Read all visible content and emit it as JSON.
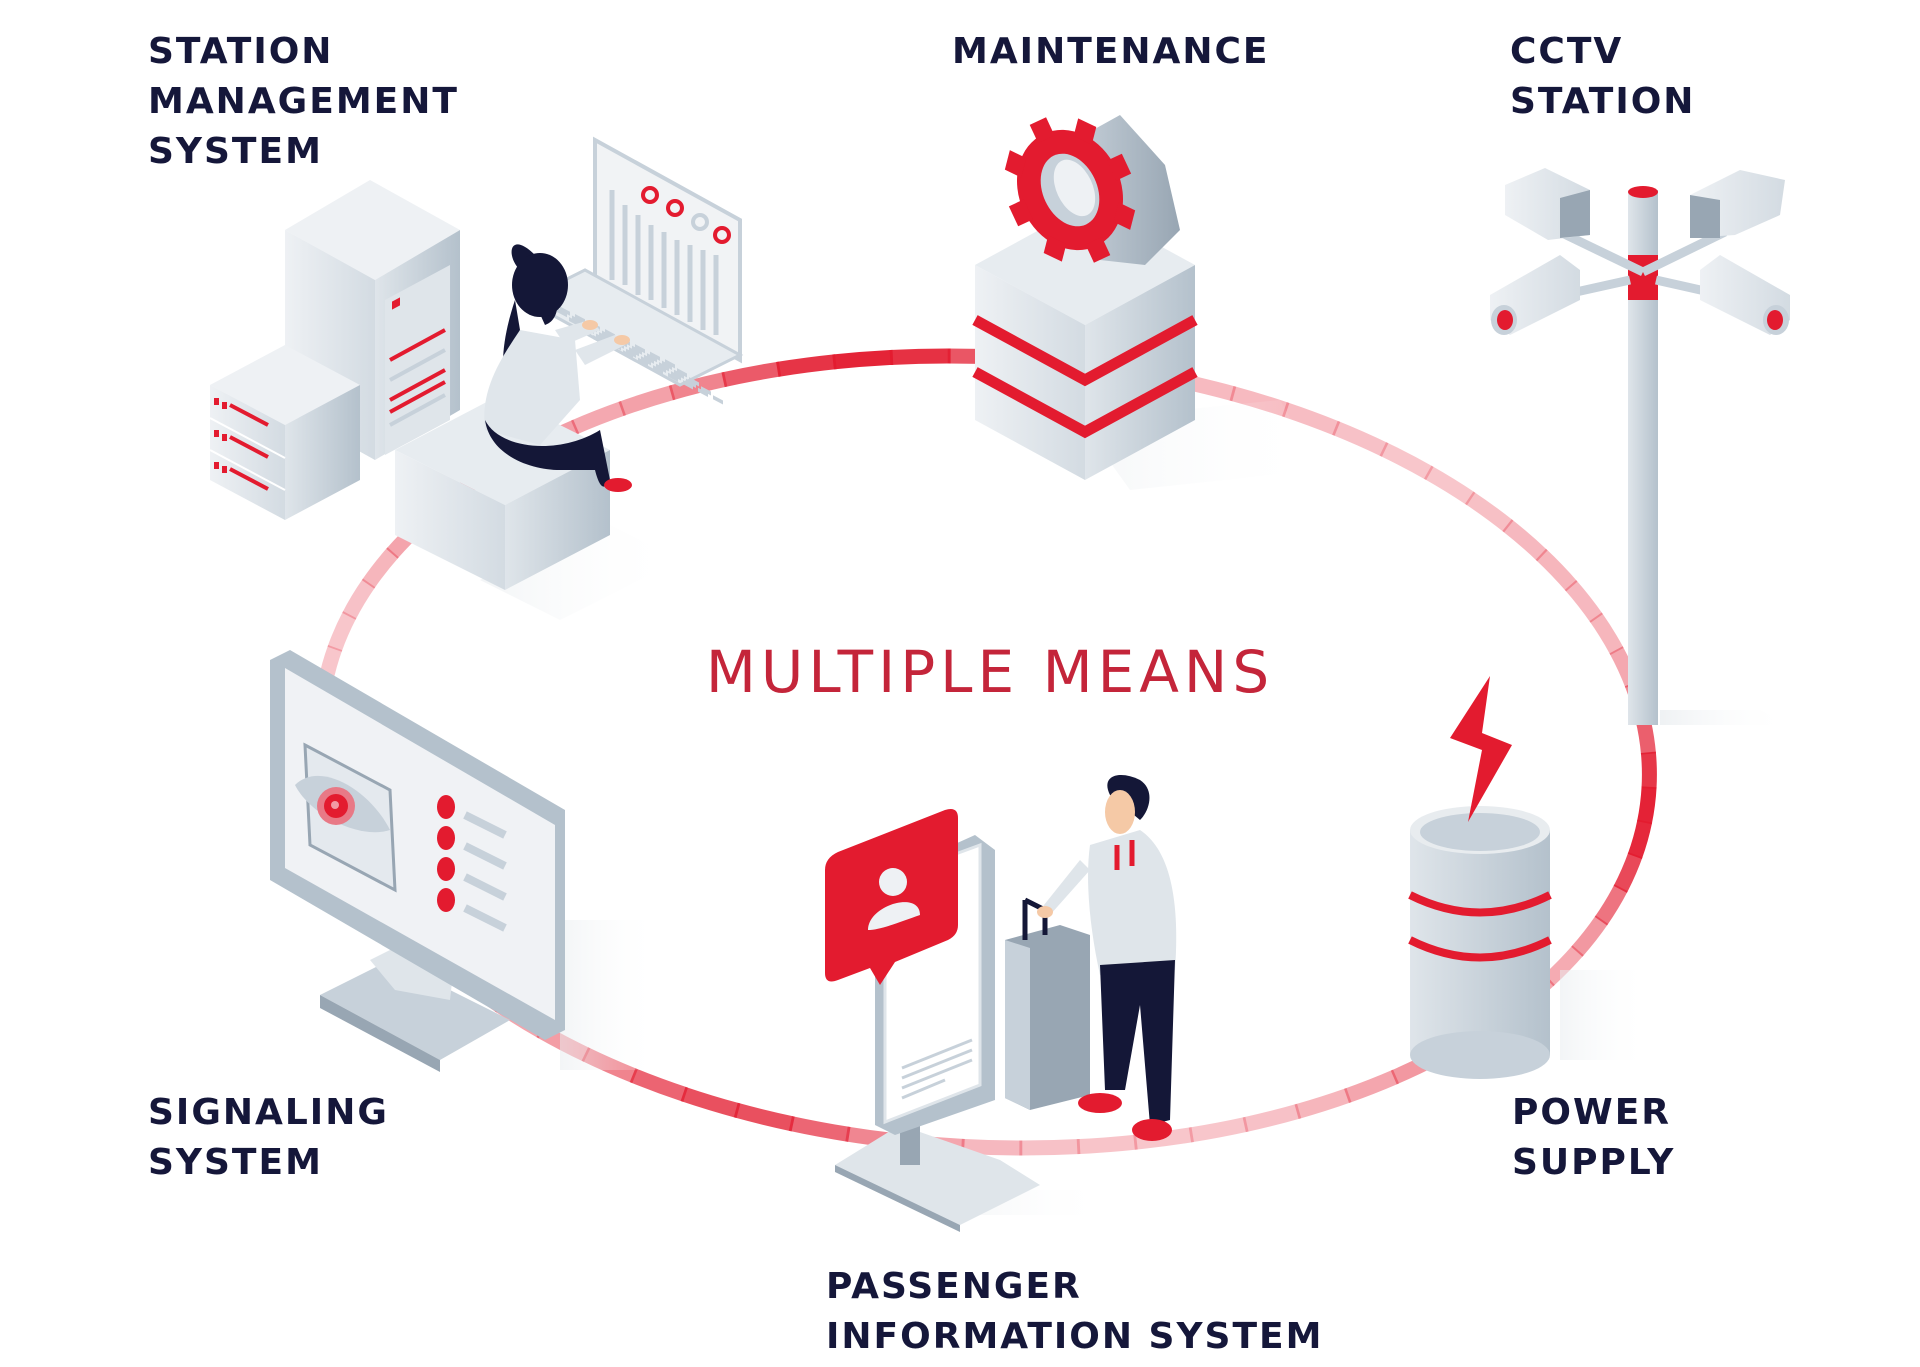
{
  "title": "MULTIPLE MEANS",
  "colors": {
    "accent": "#e31b2f",
    "title": "#c4253a",
    "label": "#15173a",
    "device_light": "#e4e9ee",
    "device_mid": "#c7d1da",
    "device_dark": "#98a6b3",
    "navy": "#141737",
    "skin": "#f5c9a6"
  },
  "nodes": [
    {
      "id": "station-management-system",
      "label": "STATION\nMANAGEMENT\nSYSTEM",
      "icon": "server-workstation-icon"
    },
    {
      "id": "maintenance",
      "label": "MAINTENANCE",
      "icon": "gear-icon"
    },
    {
      "id": "cctv-station",
      "label": "CCTV\nSTATION",
      "icon": "cctv-camera-icon"
    },
    {
      "id": "signaling-system",
      "label": "SIGNALING\nSYSTEM",
      "icon": "monitor-eye-icon"
    },
    {
      "id": "passenger-information-system",
      "label": "PASSENGER\nINFORMATION SYSTEM",
      "icon": "info-board-passenger-icon"
    },
    {
      "id": "power-supply",
      "label": "POWER\nSUPPLY",
      "icon": "battery-lightning-icon"
    }
  ]
}
